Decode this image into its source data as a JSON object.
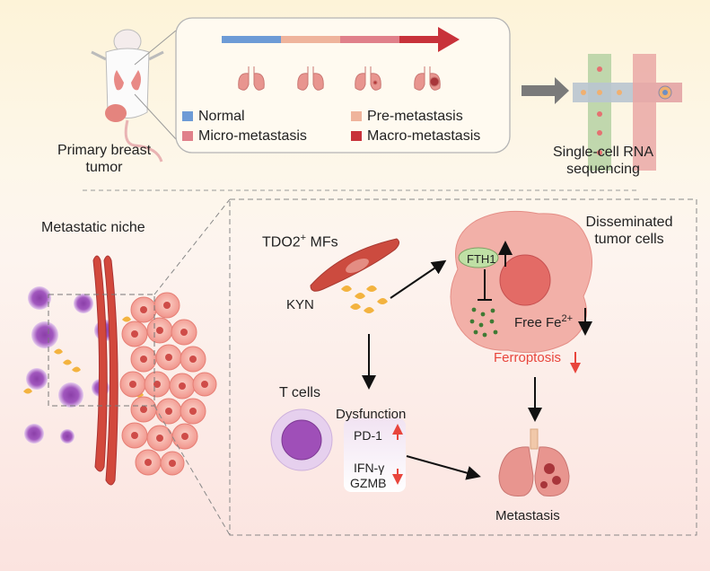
{
  "top": {
    "primary_tumor": "Primary breast tumor",
    "stages": [
      {
        "label": "Normal",
        "color": "#6d9bd6"
      },
      {
        "label": "Pre-metastasis",
        "color": "#efb49c"
      },
      {
        "label": "Micro-metastasis",
        "color": "#e0808a"
      },
      {
        "label": "Macro-metastasis",
        "color": "#c8323a"
      }
    ],
    "scrnaseq": "Single-cell RNA sequencing"
  },
  "bottom": {
    "niche": "Metastatic niche",
    "tdo2_prefix": "TDO2",
    "tdo2_sup": "+",
    "tdo2_suffix": " MFs",
    "kyn": "KYN",
    "fth1": "FTH1",
    "dtc": "Disseminated tumor cells",
    "free_fe": "Free Fe",
    "fe_sup": "2+",
    "ferroptosis": "Ferroptosis",
    "t_cells": "T cells",
    "dysfunction": "Dysfunction",
    "pd1": "PD-1",
    "ifng": "IFN-γ",
    "gzmb": "GZMB",
    "metastasis": "Metastasis"
  }
}
